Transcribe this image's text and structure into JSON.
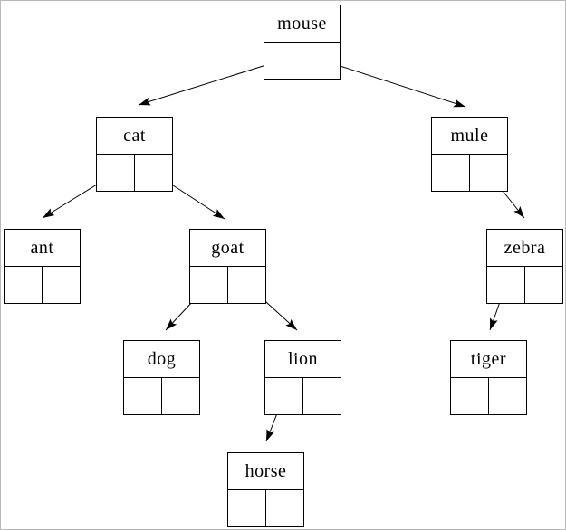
{
  "figure": {
    "type": "binary-tree-diagram",
    "background_color": "#ffffff",
    "page_border_color": "#b9b9b9",
    "line_color": "#000000",
    "nodes": [
      {
        "id": "mouse",
        "label": "mouse",
        "left_child": "cat",
        "right_child": "mule"
      },
      {
        "id": "cat",
        "label": "cat",
        "left_child": "ant",
        "right_child": "goat"
      },
      {
        "id": "mule",
        "label": "mule",
        "left_child": null,
        "right_child": "zebra"
      },
      {
        "id": "ant",
        "label": "ant",
        "left_child": null,
        "right_child": null
      },
      {
        "id": "goat",
        "label": "goat",
        "left_child": "dog",
        "right_child": "lion"
      },
      {
        "id": "zebra",
        "label": "zebra",
        "left_child": "tiger",
        "right_child": null
      },
      {
        "id": "dog",
        "label": "dog",
        "left_child": null,
        "right_child": null
      },
      {
        "id": "lion",
        "label": "lion",
        "left_child": "horse",
        "right_child": null
      },
      {
        "id": "tiger",
        "label": "tiger",
        "left_child": null,
        "right_child": null
      },
      {
        "id": "horse",
        "label": "horse",
        "left_child": null,
        "right_child": null
      }
    ],
    "edges": [
      {
        "from": "mouse",
        "pointer": "left",
        "to": "cat"
      },
      {
        "from": "mouse",
        "pointer": "right",
        "to": "mule"
      },
      {
        "from": "cat",
        "pointer": "left",
        "to": "ant"
      },
      {
        "from": "cat",
        "pointer": "right",
        "to": "goat"
      },
      {
        "from": "mule",
        "pointer": "right",
        "to": "zebra"
      },
      {
        "from": "goat",
        "pointer": "left",
        "to": "dog"
      },
      {
        "from": "goat",
        "pointer": "right",
        "to": "lion"
      },
      {
        "from": "zebra",
        "pointer": "left",
        "to": "tiger"
      },
      {
        "from": "lion",
        "pointer": "left",
        "to": "horse"
      }
    ]
  }
}
